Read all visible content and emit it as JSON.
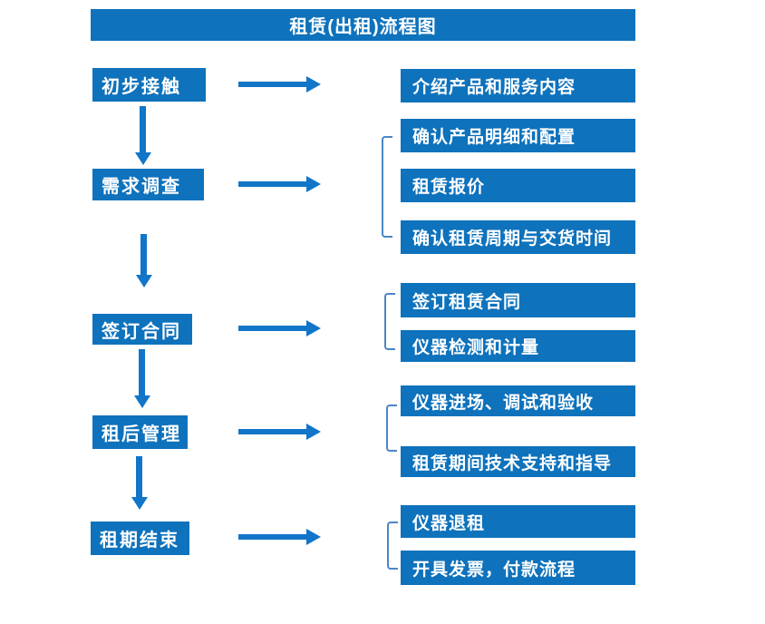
{
  "title": "租赁(出租)流程图",
  "colors": {
    "box_fill": "#0e72bc",
    "arrow": "#1176c8",
    "bracket": "#4a86c8",
    "box_text": "#ffffff",
    "background": "#ffffff"
  },
  "stages": [
    {
      "label": "初步接触",
      "details": [
        "介绍产品和服务内容"
      ]
    },
    {
      "label": "需求调查",
      "details": [
        "确认产品明细和配置",
        "租赁报价",
        "确认租赁周期与交货时间"
      ]
    },
    {
      "label": "签订合同",
      "details": [
        "签订租赁合同",
        "仪器检测和计量"
      ]
    },
    {
      "label": "租后管理",
      "details": [
        "仪器进场、调试和验收",
        "租赁期间技术支持和指导"
      ]
    },
    {
      "label": "租期结束",
      "details": [
        "仪器退租",
        "开具发票，付款流程"
      ]
    }
  ]
}
